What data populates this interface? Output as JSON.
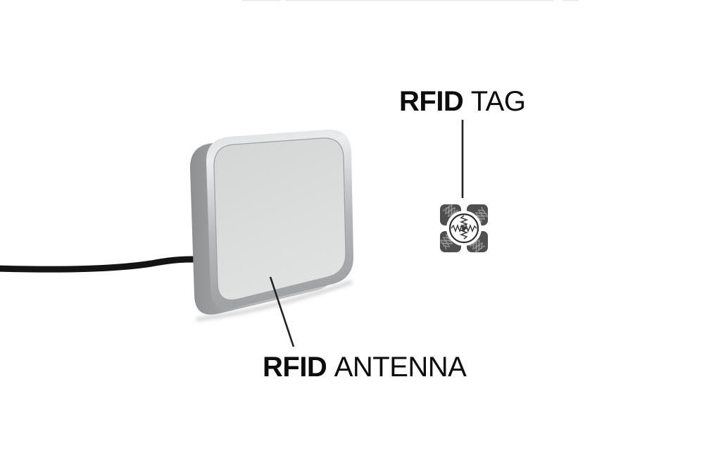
{
  "labels": {
    "tag": {
      "bold": "RFID",
      "regular": "TAG"
    },
    "antenna": {
      "bold": "RFID",
      "regular": "ANTENNA"
    }
  },
  "icons": {
    "tag": "rfid-tag-chip-icon",
    "antenna": "rfid-antenna-panel-illustration",
    "cable": "antenna-coax-cable"
  },
  "colors": {
    "background": "#ffffff",
    "label_text": "#0d0d0d",
    "pointer_line": "#222222",
    "cable": "#141414",
    "panel_face": "#d9dada",
    "panel_frame": "#c9cbcc",
    "panel_side": "#a9abac",
    "tag_chip": "#4f4f4f",
    "tag_trace": "#9a9a9a",
    "tag_ring": "#2f2f2f",
    "tag_inner_trace": "#3c3c3c"
  }
}
